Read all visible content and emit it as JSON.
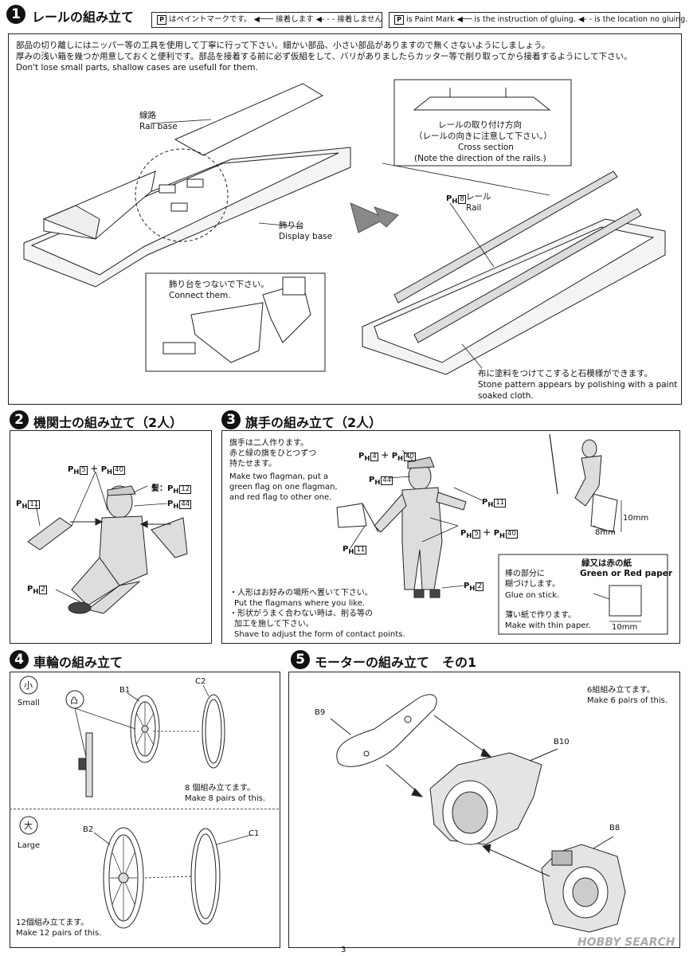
{
  "page_number": "3",
  "watermark": "HOBBY SEARCH",
  "legend_jp": {
    "paint_mark": "はペイントマークです。",
    "glue": "接着します",
    "no_glue": "接着しません"
  },
  "legend_en": {
    "paint_mark": "is Paint Mark",
    "glue": "is the instruction of gluing.",
    "no_glue": "is the location no gluing."
  },
  "sections": {
    "s1": {
      "number": "1",
      "title": "レールの組み立て",
      "intro": [
        "部品の切り離しにはニッパー等の工具を使用して丁寧に行って下さい。細かい部品、小さい部品がありますので無くさないようにしましょう。",
        "厚みの浅い箱を幾つか用意しておくと便利です。部品を接着する前に必ず仮組をして、バリがありましたらカッター等で削り取ってから接着するようにして下さい。",
        "Don't lose small parts, shallow cases are usefull for them."
      ],
      "rail_base_jp": "線路",
      "rail_base_en": "Rail base",
      "display_base_jp": "飾り台",
      "display_base_en": "Display base",
      "connect_jp": "飾り台をつないで下さい。",
      "connect_en": "Connect them.",
      "cross_section": [
        "レールの取り付け方向",
        "（レールの向きに注意して下さい。）",
        "Cross section",
        "(Note the direction of the rails.)"
      ],
      "rail_part": "8",
      "rail_jp": "レール",
      "rail_en": "Rail",
      "stone": [
        "布に塗料をつけてこすると石模様ができます。",
        "Stone pattern appears by polishing with a paint",
        "soaked cloth."
      ]
    },
    "s2": {
      "number": "2",
      "title": "機関士の組み立て（2人）",
      "hair_label": "髪：",
      "paints": {
        "p1a": "5",
        "p1b": "40",
        "hair": "12",
        "arm": "11",
        "face": "44",
        "boots": "2"
      }
    },
    "s3": {
      "number": "3",
      "title": "旗手の組み立て（2人）",
      "desc": [
        "旗手は二人作ります。",
        "赤と緑の旗をひとつずつ",
        "持たせます。",
        "Make two flagman, put a",
        "green flag on one flagman,",
        "and red flag to other one."
      ],
      "notes": [
        "・人形はお好みの場所へ置いて下さい。",
        "Put the flagmans where you like.",
        "・形状がうまく合わない時は、削る等の",
        "加工を施して下さい。",
        "Shave to adjust the form of contact points."
      ],
      "paints": {
        "cap_a": "4",
        "cap_b": "40",
        "face": "44",
        "hand_r": "11",
        "hand_l": "11",
        "body_a": "5",
        "body_b": "40",
        "boots": "2"
      },
      "dim_h": "10mm",
      "dim_w": "8mm",
      "paper_box": {
        "title_jp": "緑又は赤の紙",
        "title_en": "Green or Red paper",
        "glue_jp": [
          "棒の部分に",
          "糊づけします。"
        ],
        "glue_en": "Glue on stick.",
        "thin_jp": "薄い紙で作ります。",
        "thin_en": "Make with thin paper.",
        "dim": "10mm"
      }
    },
    "s4": {
      "number": "4",
      "title": "車輪の組み立て",
      "small_jp": "小",
      "small_en": "Small",
      "large_jp": "大",
      "large_en": "Large",
      "glue_mark": "凸",
      "b1": "B1",
      "c2": "C2",
      "b2": "B2",
      "c1": "C1",
      "make8_jp": "8 個組み立てます。",
      "make8_en": "Make 8 pairs of this.",
      "make12_jp": "12個組み立てます。",
      "make12_en": "Make 12 pairs of this."
    },
    "s5": {
      "number": "5",
      "title": "モーターの組み立て　その1",
      "make6_jp": "6組組み立てます。",
      "make6_en": "Make 6 pairs of this.",
      "b9": "B9",
      "b10": "B10",
      "b8": "B8"
    }
  }
}
